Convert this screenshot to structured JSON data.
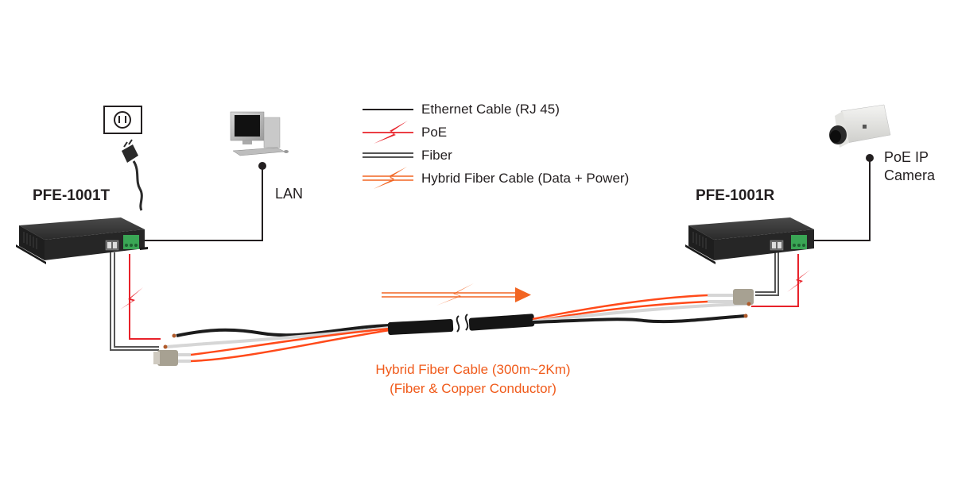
{
  "legend": {
    "items": [
      {
        "label": "Ethernet Cable (RJ 45)",
        "icon": "ethernet-line-icon"
      },
      {
        "label": "PoE",
        "icon": "poe-bolt-icon"
      },
      {
        "label": "Fiber",
        "icon": "fiber-double-line-icon"
      },
      {
        "label": "Hybrid Fiber Cable (Data + Power)",
        "icon": "hybrid-bolt-icon"
      }
    ]
  },
  "transmitter": {
    "model": "PFE-1001T"
  },
  "receiver": {
    "model": "PFE-1001R"
  },
  "lan": {
    "label": "LAN"
  },
  "camera": {
    "label_line1": "PoE IP",
    "label_line2": "Camera"
  },
  "cable": {
    "caption_line1": "Hybrid Fiber Cable (300m~2Km)",
    "caption_line2": "(Fiber & Copper Conductor)"
  },
  "colors": {
    "ethernet": "#231f20",
    "poe": "#e8222a",
    "fiber": "#555555",
    "hybrid": "#f26522",
    "device_body": "#2e2e2e",
    "terminal_green": "#3aa655"
  }
}
